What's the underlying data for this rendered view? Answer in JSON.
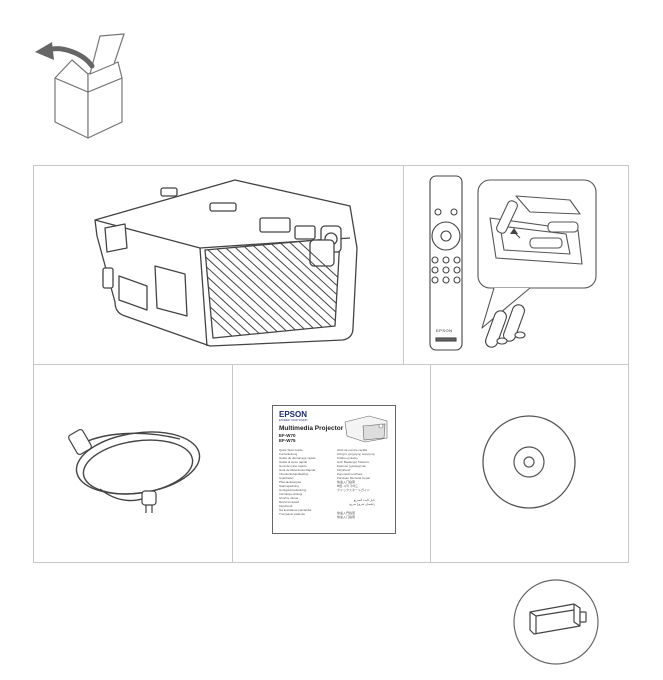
{
  "manual": {
    "brand": "EPSON",
    "tagline": "EXCEED YOUR VISION",
    "title": "Multimedia Projector",
    "models": [
      "EF-W70",
      "EF-W75"
    ],
    "left_lines": [
      "Quick Start Guide",
      "Kurzanleitung",
      "Guide de démarrage rapide",
      "Guida di avvio rapido",
      "Guía de inicio rápido",
      "Guia de Referência Rápida",
      "Introductiehandleiding",
      "Snabbstart",
      "Pika-aloitusopas",
      "Startvejledning",
      "Hurtigstartveiledning",
      "Instrukcja obsługi",
      "Stručný návod",
      "Rövid útmutató",
      "Kiirjuhend",
      "Īsa lietošanas pamācība",
      "Trumpasis vadovas"
    ],
    "right_lines": [
      "Ghid de pornire rapidă",
      "Οδηγός γρήγορης εκκίνησης",
      "Kratko uputstvo",
      "Hızlı Başlangıç Kılavuzu",
      "Краткое руководство",
      "Kiirjuhend",
      "Короткий посібник",
      "Panduan Memulai Cepat",
      "快速入门指南",
      "빠른 시작 가이드",
      "クイックスタートガイド"
    ],
    "small_right": [
      "دليل البدء السريع",
      "راهنمای شروع سریع"
    ],
    "cjk_lines": [
      "快速入門指南",
      "快速入门指南"
    ]
  },
  "remote": {
    "brand": "EPSON"
  }
}
